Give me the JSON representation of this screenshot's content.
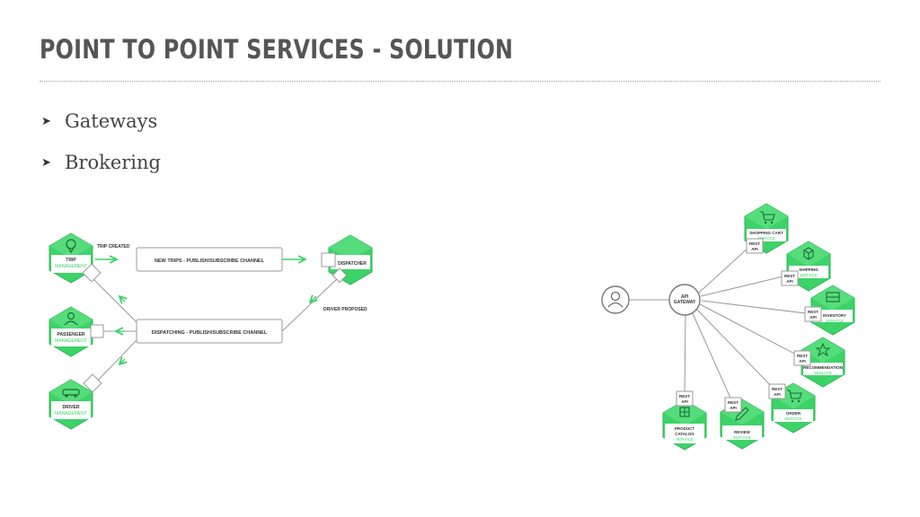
{
  "slide": {
    "title": "POINT TO POINT SERVICES - SOLUTION",
    "bullets": [
      {
        "icon": "arrow-bullet-icon",
        "text": "Gateways"
      },
      {
        "icon": "arrow-bullet-icon",
        "text": "Brokering"
      }
    ]
  },
  "colors": {
    "accent": "#3dd368",
    "accent_dark": "#2fb555",
    "line": "#9a9a9a",
    "text": "#333333"
  },
  "brokering_diagram": {
    "nodes": {
      "trip": [
        "TRIP",
        "MANAGEMENT"
      ],
      "passenger": [
        "PASSENGER",
        "MANAGEMENT"
      ],
      "driver": [
        "DRIVER",
        "MANAGEMENT"
      ],
      "dispatcher": "DISPATCHER"
    },
    "channels": {
      "new_trips": "NEW TRIPS - PUBLISH/SUBSCRIBE CHANNEL",
      "dispatching": "DISPATCHING - PUBLISH/SUBSCRIBE CHANNEL"
    },
    "events": {
      "trip_created": "TRIP CREATED",
      "driver_proposed": "DRIVER PROPOSED"
    }
  },
  "gateway_diagram": {
    "gateway": [
      "API",
      "GATEWAY"
    ],
    "client_icon": "user-icon",
    "rest_label": [
      "REST",
      "API"
    ],
    "services": {
      "shopping_cart": {
        "title": "SHOPPING CART",
        "sub": "SERVICE",
        "icon": "cart-icon"
      },
      "shipping": {
        "title": "SHIPPING",
        "sub": "SERVICE",
        "icon": "box-icon"
      },
      "inventory": {
        "title": "INVENTORY",
        "sub": "SERVICE",
        "icon": "shelves-icon"
      },
      "recommendation": {
        "title": "RECOMMENDATION",
        "sub": "SERVICE",
        "icon": "star-icon"
      },
      "order": {
        "title": "ORDER",
        "sub": "SERVICE",
        "icon": "cart-icon"
      },
      "review": {
        "title": "REVIEW",
        "sub": "SERVICE",
        "icon": "pencil-icon"
      },
      "product_catalog": {
        "title": "PRODUCT",
        "title2": "CATALOG",
        "sub": "SERVICE",
        "icon": "grid-icon"
      }
    }
  }
}
